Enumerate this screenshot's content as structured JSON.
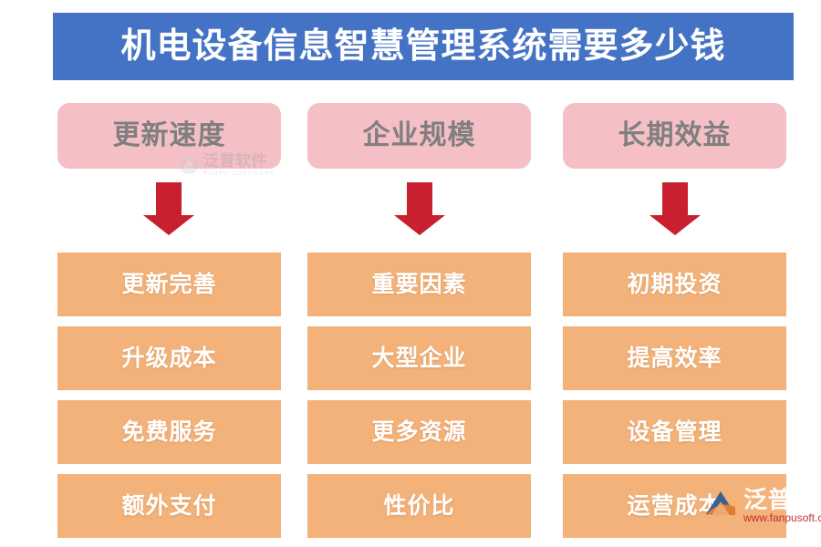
{
  "title": {
    "text": "机电设备信息智慧管理系统需要多少钱",
    "bg_color": "#4472C4",
    "text_color": "#FFFFFF"
  },
  "colors": {
    "header_blue": "#4472C4",
    "category_pink": "#F5BFC6",
    "category_text": "#7F7F7F",
    "item_orange": "#F3B279",
    "item_text": "#FFFFFF",
    "arrow_red": "#C8202F"
  },
  "columns": [
    {
      "category": "更新速度",
      "arrow": "down-arrow",
      "items": [
        "更新完善",
        "升级成本",
        "免费服务",
        "额外支付"
      ]
    },
    {
      "category": "企业规模",
      "arrow": "down-arrow",
      "items": [
        "重要因素",
        "大型企业",
        "更多资源",
        "性价比"
      ]
    },
    {
      "category": "长期效益",
      "arrow": "down-arrow",
      "items": [
        "初期投资",
        "提高效率",
        "设备管理",
        "运营成本"
      ]
    }
  ],
  "watermarks": {
    "faint": {
      "cn": "泛普软件",
      "en": "FANPU SOFTWARE"
    },
    "strong": {
      "cn": "泛普软件",
      "en": "www.fanpusoft.com"
    }
  }
}
